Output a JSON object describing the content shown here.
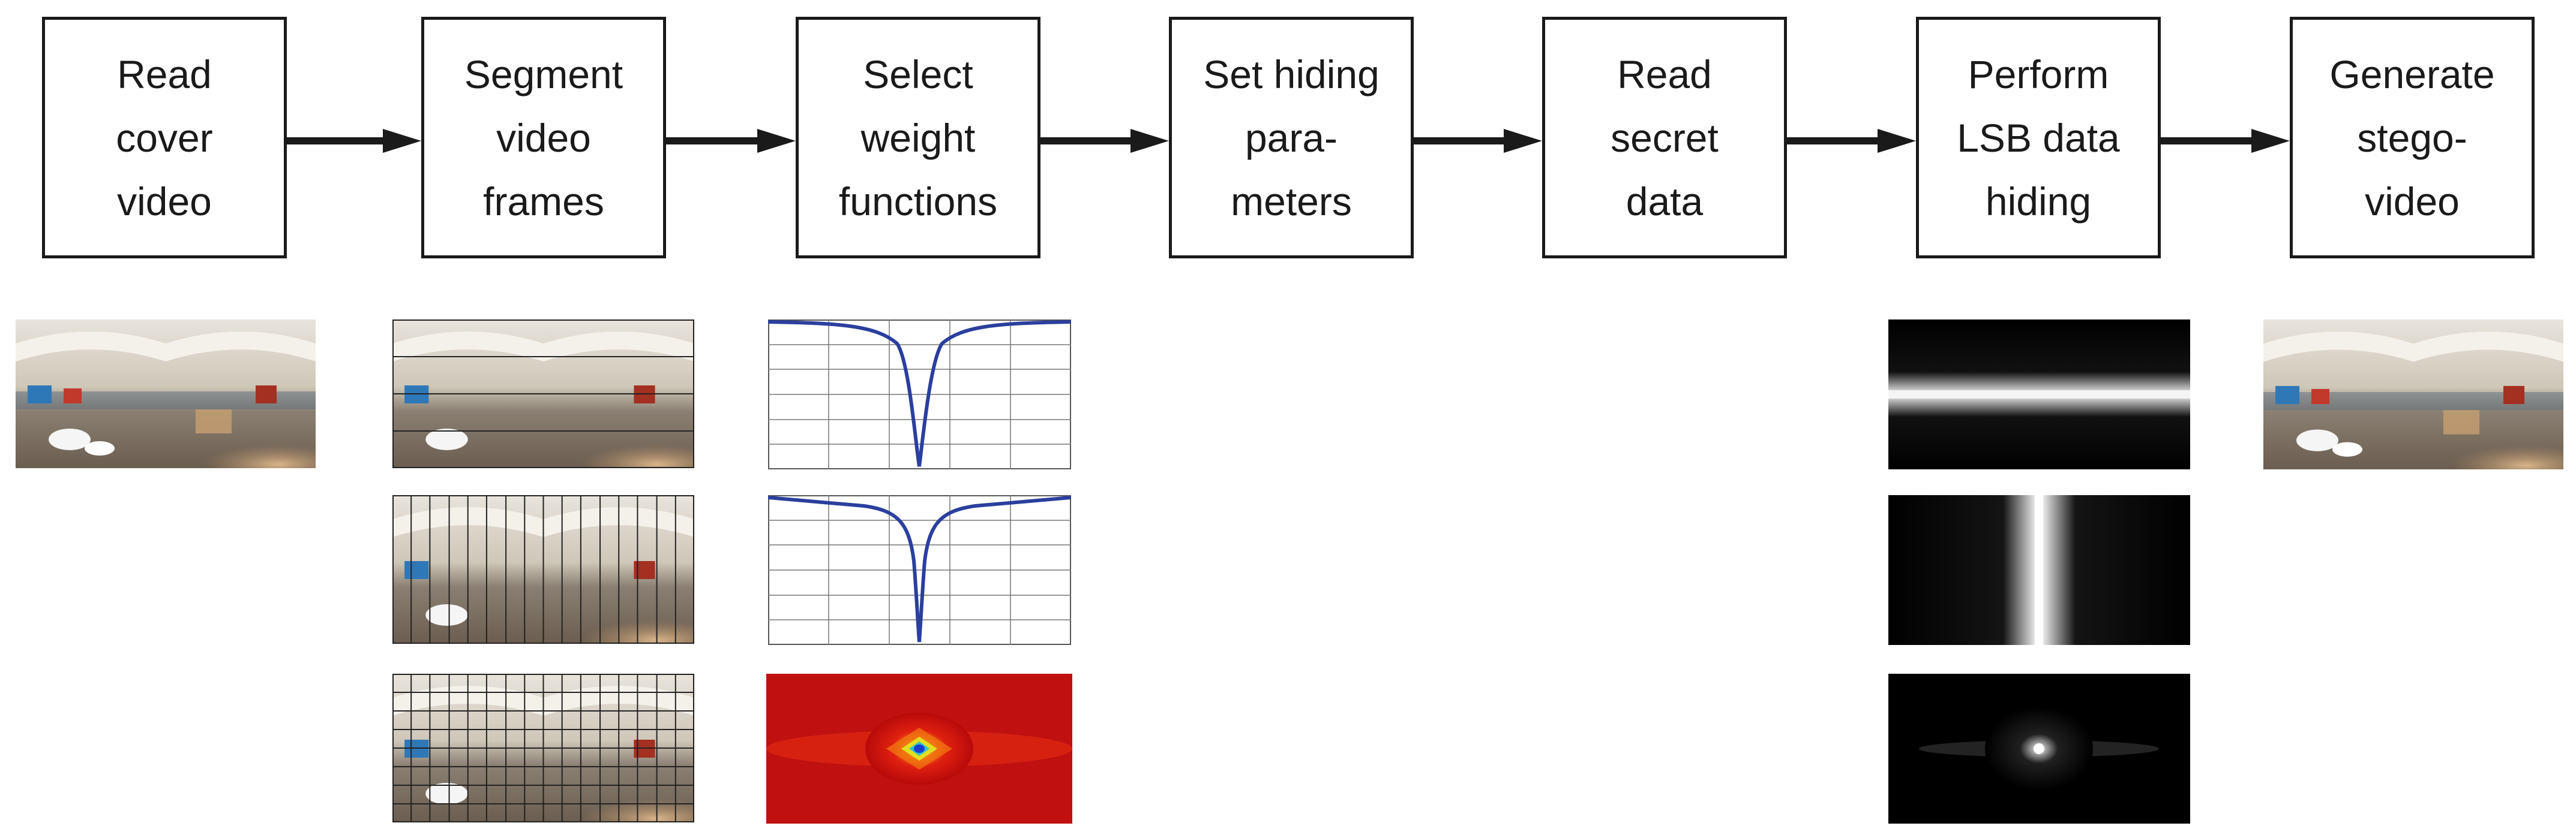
{
  "steps": [
    {
      "id": "read-cover-video",
      "label": "Read\ncover\nvideo"
    },
    {
      "id": "segment-video-frames",
      "label": "Segment\nvideo\nframes"
    },
    {
      "id": "select-weight-functions",
      "label": "Select\nweight\nfunctions"
    },
    {
      "id": "set-hiding-parameters",
      "label": "Set hiding\npara-\nmeters"
    },
    {
      "id": "read-secret-data",
      "label": "Read\nsecret\ndata"
    },
    {
      "id": "perform-lsb-data-hiding",
      "label": "Perform\nLSB data\nhiding"
    },
    {
      "id": "generate-stego-video",
      "label": "Generate\nstego-\nvideo"
    }
  ],
  "colors": {
    "border": "#1a1a1a",
    "curve": "#2a3f9e",
    "heatmap_hot": "#cc1010",
    "heatmap_core": "#1a3fd0"
  }
}
